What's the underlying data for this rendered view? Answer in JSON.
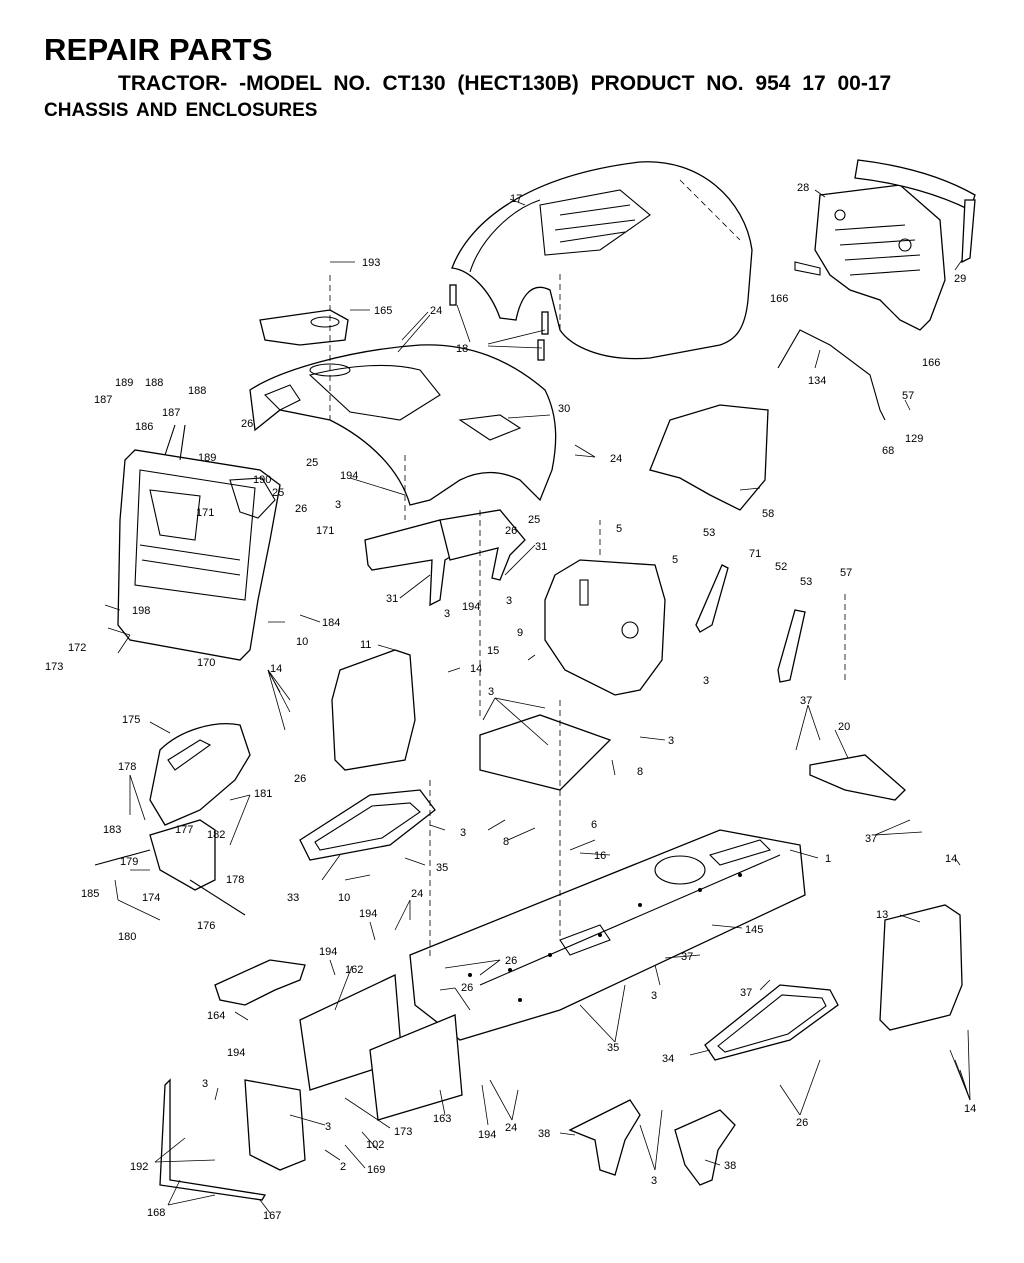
{
  "header": {
    "title": "REPAIR PARTS",
    "model_line": "TRACTOR- -MODEL NO. CT130 (HECT130B) PRODUCT NO. 954 17 00-17",
    "section": "CHASSIS AND ENCLOSURES"
  },
  "callouts": {
    "c193": "193",
    "c165": "165",
    "c24a": "24",
    "c17": "17",
    "c18": "18",
    "c28": "28",
    "c29": "29",
    "c166a": "166",
    "c166b": "166",
    "c134": "134",
    "c57a": "57",
    "c129": "129",
    "c68": "68",
    "c189": "189",
    "c188a": "188",
    "c188b": "188",
    "c187a": "187",
    "c187b": "187",
    "c186": "186",
    "c189b": "189",
    "c26a": "26",
    "c25a": "25",
    "c30": "30",
    "c24b": "24",
    "c58": "58",
    "c194a": "194",
    "c3a": "3",
    "c190": "190",
    "c25b": "25",
    "c26b": "26",
    "c171a": "171",
    "c171b": "171",
    "c26c": "26",
    "c25c": "25",
    "c31a": "31",
    "c31b": "31",
    "c3b": "3",
    "c194b": "194",
    "c3c": "3",
    "c5a": "5",
    "c5b": "5",
    "c53a": "53",
    "c71": "71",
    "c52": "52",
    "c53b": "53",
    "c57b": "57",
    "c9": "9",
    "c198": "198",
    "c172": "172",
    "c173a": "173",
    "c170": "170",
    "c184": "184",
    "c10a": "10",
    "c11": "11",
    "c14a": "14",
    "c14b": "14",
    "c15": "15",
    "c3d": "3",
    "c3e": "3",
    "c3f": "3",
    "c37a": "37",
    "c20": "20",
    "c37b": "37",
    "c175": "175",
    "c178a": "178",
    "c181": "181",
    "c26d": "26",
    "c183": "183",
    "c177": "177",
    "c182": "182",
    "c179": "179",
    "c178b": "178",
    "c185": "185",
    "c174": "174",
    "c180": "180",
    "c176": "176",
    "c3g": "3",
    "c8a": "8",
    "c6": "6",
    "c8b": "8",
    "c16": "16",
    "c35a": "35",
    "c33": "33",
    "c10b": "10",
    "c1": "1",
    "c14c": "14",
    "c13": "13",
    "c24c": "24",
    "c194c": "194",
    "c194d": "194",
    "c162": "162",
    "c26e": "26",
    "c26f": "26",
    "c145": "145",
    "c37c": "37",
    "c37d": "37",
    "c3h": "3",
    "c164": "164",
    "c194e": "194",
    "c35b": "35",
    "c34": "34",
    "c3i": "3",
    "c3j": "3",
    "c173b": "173",
    "c163": "163",
    "c194f": "194",
    "c24d": "24",
    "c14d": "14",
    "c26g": "26",
    "c102": "102",
    "c2": "2",
    "c169": "169",
    "c192": "192",
    "c168": "168",
    "c167": "167",
    "c38a": "38",
    "c3k": "3",
    "c38b": "38"
  }
}
